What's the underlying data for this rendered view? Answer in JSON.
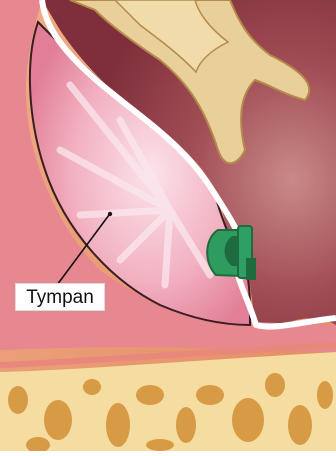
{
  "labels": {
    "tympan": "Tympan"
  },
  "colors": {
    "canal_wall": "#e89a73",
    "canal_wall_light": "#f2b58f",
    "mucosa_pink": "#e77f93",
    "eardrum_outer": "#df6b82",
    "eardrum_inner": "#f3b4c4",
    "middle_ear": "#8e3a45",
    "middle_ear_light": "#b86b6e",
    "bone": "#f5dca0",
    "bone_cavity": "#d79a45",
    "ossicle": "#e9cf9a",
    "tube_green": "#2e9c5e",
    "tube_green_dark": "#1f6b40",
    "boundary": "#ffffff"
  },
  "icons": {
    "pointer": "leader-line",
    "implant": "tympanostomy-tube"
  }
}
